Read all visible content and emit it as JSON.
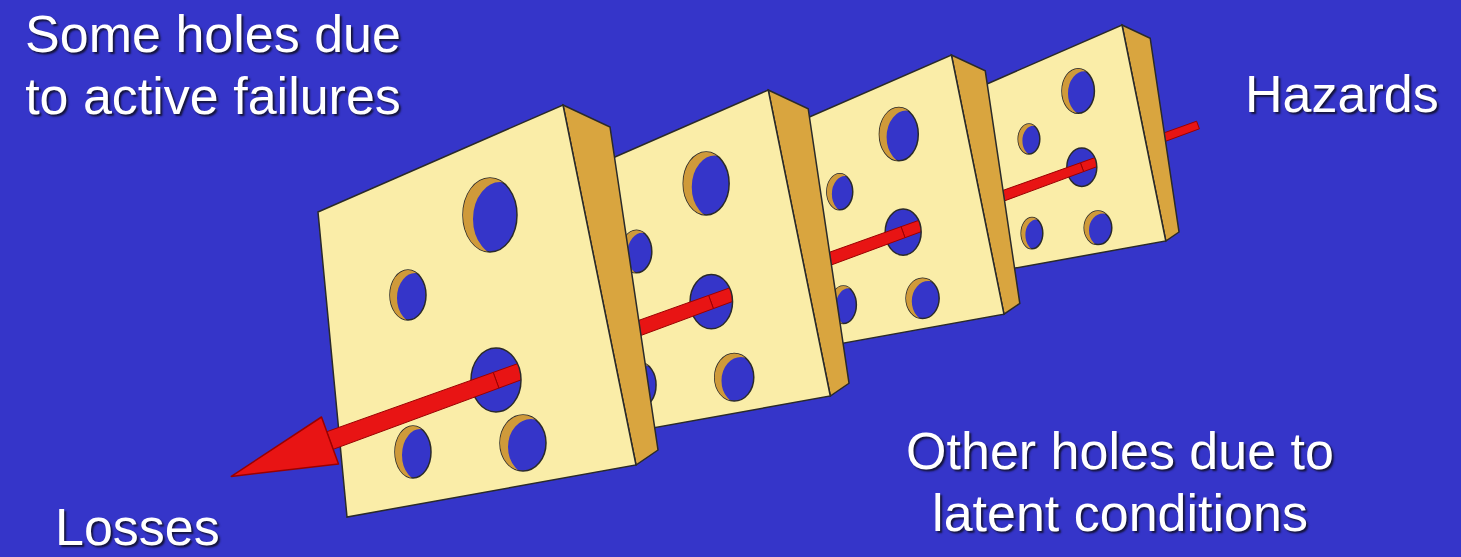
{
  "diagram": {
    "labels": [
      "Some holes due to active failures",
      "Hazards",
      "Other holes due to latent conditions",
      "Losses"
    ]
  }
}
